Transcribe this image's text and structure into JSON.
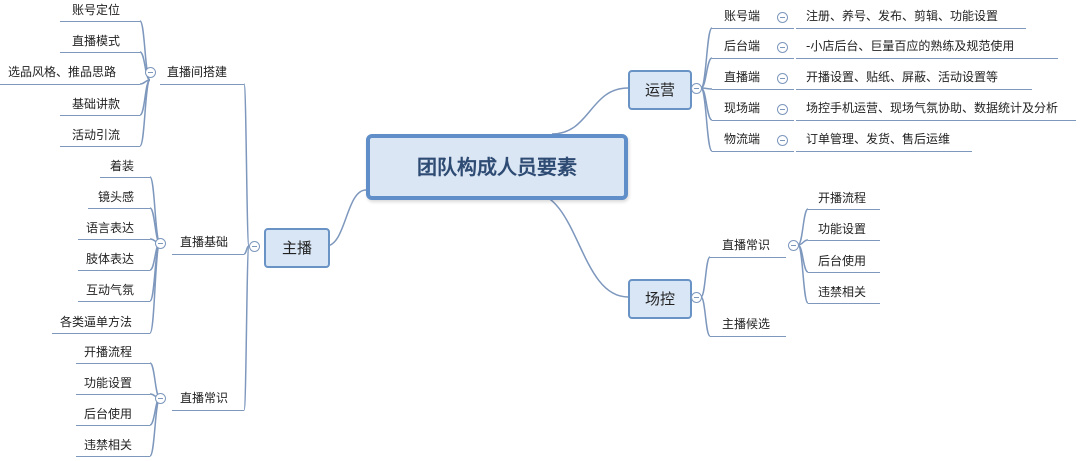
{
  "root": {
    "label": "团队构成人员要素"
  },
  "left": {
    "anchor": {
      "label": "主播"
    },
    "groups": [
      {
        "label": "直播间搭建",
        "items": [
          "账号定位",
          "直播模式",
          "选品风格、推品思路",
          "基础讲款",
          "活动引流"
        ]
      },
      {
        "label": "直播基础",
        "items": [
          "着装",
          "镜头感",
          "语言表达",
          "肢体表达",
          "互动气氛",
          "各类逼单方法"
        ]
      },
      {
        "label": "直播常识",
        "items": [
          "开播流程",
          "功能设置",
          "后台使用",
          "违禁相关"
        ]
      }
    ]
  },
  "right": {
    "ops": {
      "label": "运营",
      "rows": [
        {
          "name": "账号端",
          "desc": "注册、养号、发布、剪辑、功能设置"
        },
        {
          "name": "后台端",
          "desc": "-小店后台、巨量百应的熟练及规范使用"
        },
        {
          "name": "直播端",
          "desc": "开播设置、贴纸、屏蔽、活动设置等"
        },
        {
          "name": "现场端",
          "desc": "场控手机运营、现场气氛协助、数据统计及分析"
        },
        {
          "name": "物流端",
          "desc": "订单管理、发货、售后运维"
        }
      ]
    },
    "control": {
      "label": "场控",
      "groups": [
        {
          "label": "直播常识",
          "items": [
            "开播流程",
            "功能设置",
            "后台使用",
            "违禁相关"
          ]
        },
        {
          "label": "主播候选",
          "items": []
        }
      ]
    }
  },
  "colors": {
    "line": "#7d97bd",
    "node_fill": "#d9e6f5",
    "root_border": "#5f8ec9",
    "root_text": "#2e4b73"
  }
}
